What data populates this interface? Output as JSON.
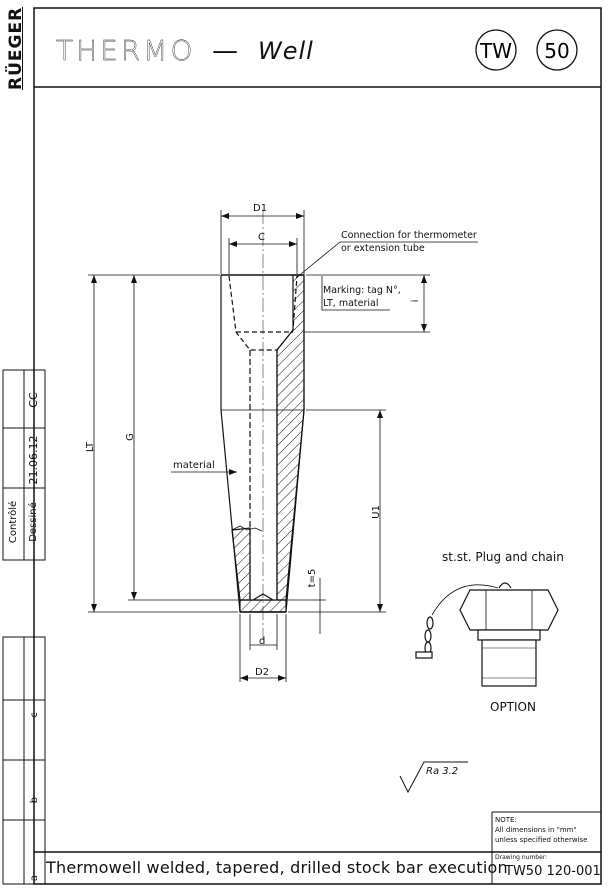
{
  "header": {
    "logo": "RÜEGER",
    "title_main": "THERMO",
    "title_dash": "—",
    "title_sub": "Well",
    "badge_type": "TW",
    "badge_number": "50"
  },
  "side_panel": {
    "row1": "CC",
    "row2": "21.06.12",
    "label_controle": "Contrôlé",
    "label_dessine": "Dessiné",
    "rev_c": "c",
    "rev_b": "b",
    "rev_a": "a"
  },
  "drawing": {
    "dim_D1": "D1",
    "dim_C": "C",
    "dim_LT": "LT",
    "dim_G": "G",
    "dim_U1": "U1",
    "dim_t": "t=5",
    "dim_d": "d",
    "dim_D2": "D2",
    "dim_i": "i",
    "note_connection_1": "Connection for thermometer",
    "note_connection_2": "or extension tube",
    "note_marking_1": "Marking: tag N°,",
    "note_marking_2": "LT, material",
    "note_material": "material",
    "option_title": "st.st. Plug and chain",
    "option_label": "OPTION",
    "roughness": "Ra 3.2"
  },
  "footer": {
    "description": "Thermowell welded, tapered, drilled stock bar execution",
    "note_title": "NOTE:",
    "note_line1": "All dimensions in \"mm\"",
    "note_line2": "unless specified otherwise",
    "drawing_number_label": "Drawing number:",
    "drawing_number": "TW50 120-001"
  }
}
